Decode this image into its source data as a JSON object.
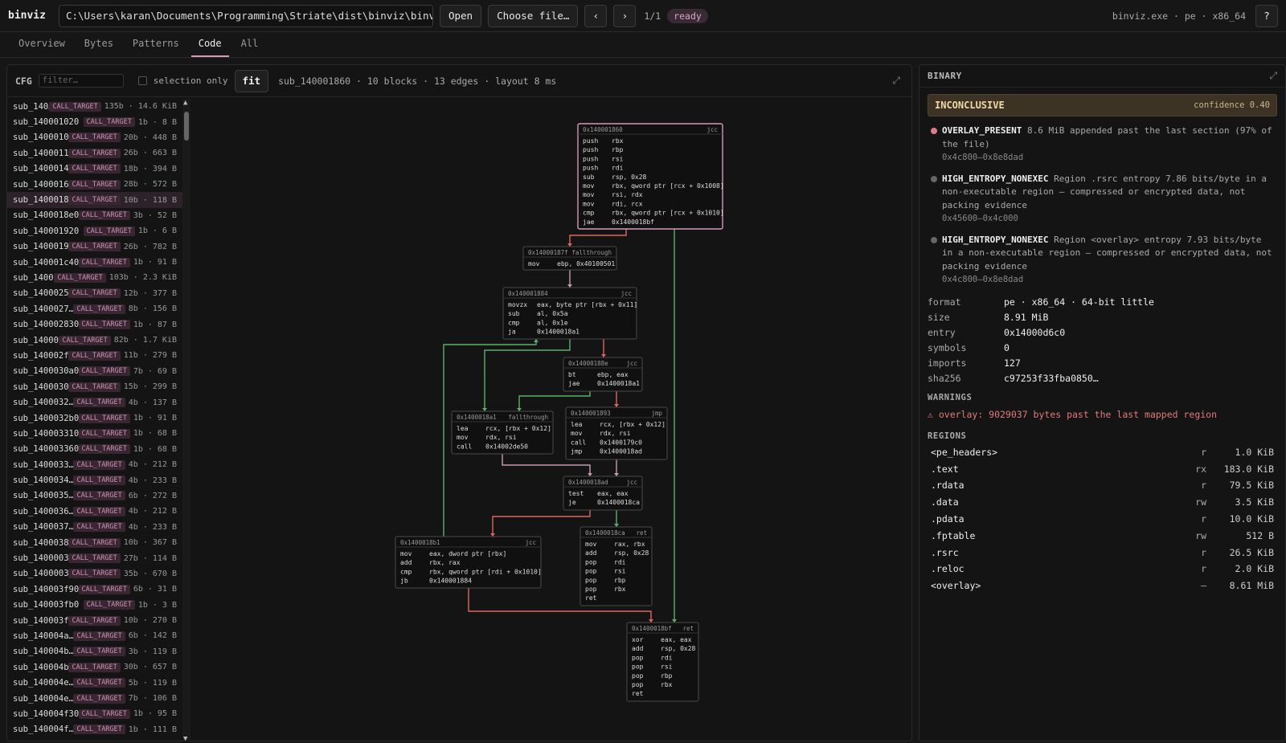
{
  "app": {
    "title": "binviz"
  },
  "toolbar": {
    "path": "C:\\Users\\karan\\Documents\\Programming\\Striate\\dist\\binviz\\binviz.exe",
    "open_label": "Open",
    "choose_label": "Choose file…",
    "prev_glyph": "‹",
    "next_glyph": "›",
    "counter": "1/1",
    "status": "ready",
    "file_meta": "binviz.exe · pe · x86_64",
    "help_label": "?"
  },
  "tabs": [
    {
      "label": "Overview",
      "active": false
    },
    {
      "label": "Bytes",
      "active": false
    },
    {
      "label": "Patterns",
      "active": false
    },
    {
      "label": "Code",
      "active": true
    },
    {
      "label": "All",
      "active": false
    }
  ],
  "cfg": {
    "title": "CFG",
    "filter_placeholder": "filter…",
    "selection_only_label": "selection only",
    "fit_label": "fit",
    "info": "sub_140001860 · 10 blocks · 13 edges · layout 8 ms",
    "expand_glyph": "⤢"
  },
  "functions": [
    {
      "name": "sub_140…",
      "tag": "CALL_TARGET",
      "size": "135b · 14.6 KiB"
    },
    {
      "name": "sub_140001020",
      "tag": "CALL_TARGET",
      "size": "1b · 8 B"
    },
    {
      "name": "sub_1400010…",
      "tag": "CALL_TARGET",
      "size": "20b · 448 B"
    },
    {
      "name": "sub_1400011…",
      "tag": "CALL_TARGET",
      "size": "26b · 663 B"
    },
    {
      "name": "sub_1400014…",
      "tag": "CALL_TARGET",
      "size": "18b · 394 B"
    },
    {
      "name": "sub_1400016…",
      "tag": "CALL_TARGET",
      "size": "28b · 572 B"
    },
    {
      "name": "sub_1400018…",
      "tag": "CALL_TARGET",
      "size": "10b · 118 B",
      "selected": true
    },
    {
      "name": "sub_1400018e0",
      "tag": "CALL_TARGET",
      "size": "3b · 52 B"
    },
    {
      "name": "sub_140001920",
      "tag": "CALL_TARGET",
      "size": "1b · 6 B"
    },
    {
      "name": "sub_1400019…",
      "tag": "CALL_TARGET",
      "size": "26b · 782 B"
    },
    {
      "name": "sub_140001c40",
      "tag": "CALL_TARGET",
      "size": "1b · 91 B"
    },
    {
      "name": "sub_1400…",
      "tag": "CALL_TARGET",
      "size": "103b · 2.3 KiB"
    },
    {
      "name": "sub_1400025…",
      "tag": "CALL_TARGET",
      "size": "12b · 377 B"
    },
    {
      "name": "sub_1400027…",
      "tag": "CALL_TARGET",
      "size": "8b · 156 B"
    },
    {
      "name": "sub_140002830",
      "tag": "CALL_TARGET",
      "size": "1b · 87 B"
    },
    {
      "name": "sub_14000…",
      "tag": "CALL_TARGET",
      "size": "82b · 1.7 KiB"
    },
    {
      "name": "sub_140002f…",
      "tag": "CALL_TARGET",
      "size": "11b · 279 B"
    },
    {
      "name": "sub_1400030a0",
      "tag": "CALL_TARGET",
      "size": "7b · 69 B"
    },
    {
      "name": "sub_1400030…",
      "tag": "CALL_TARGET",
      "size": "15b · 299 B"
    },
    {
      "name": "sub_1400032…",
      "tag": "CALL_TARGET",
      "size": "4b · 137 B"
    },
    {
      "name": "sub_1400032b0",
      "tag": "CALL_TARGET",
      "size": "1b · 91 B"
    },
    {
      "name": "sub_140003310",
      "tag": "CALL_TARGET",
      "size": "1b · 68 B"
    },
    {
      "name": "sub_140003360",
      "tag": "CALL_TARGET",
      "size": "1b · 68 B"
    },
    {
      "name": "sub_1400033…",
      "tag": "CALL_TARGET",
      "size": "4b · 212 B"
    },
    {
      "name": "sub_1400034…",
      "tag": "CALL_TARGET",
      "size": "4b · 233 B"
    },
    {
      "name": "sub_1400035…",
      "tag": "CALL_TARGET",
      "size": "6b · 272 B"
    },
    {
      "name": "sub_1400036…",
      "tag": "CALL_TARGET",
      "size": "4b · 212 B"
    },
    {
      "name": "sub_1400037…",
      "tag": "CALL_TARGET",
      "size": "4b · 233 B"
    },
    {
      "name": "sub_1400038…",
      "tag": "CALL_TARGET",
      "size": "10b · 367 B"
    },
    {
      "name": "sub_1400003c…",
      "tag": "CALL_TARGET",
      "size": "27b · 114 B"
    },
    {
      "name": "sub_1400003c…",
      "tag": "CALL_TARGET",
      "size": "35b · 670 B"
    },
    {
      "name": "sub_140003f90",
      "tag": "CALL_TARGET",
      "size": "6b · 31 B"
    },
    {
      "name": "sub_140003fb0",
      "tag": "CALL_TARGET",
      "size": "1b · 3 B"
    },
    {
      "name": "sub_140003f…",
      "tag": "CALL_TARGET",
      "size": "10b · 270 B"
    },
    {
      "name": "sub_140004a…",
      "tag": "CALL_TARGET",
      "size": "6b · 142 B"
    },
    {
      "name": "sub_140004b…",
      "tag": "CALL_TARGET",
      "size": "3b · 119 B"
    },
    {
      "name": "sub_140004b…",
      "tag": "CALL_TARGET",
      "size": "30b · 657 B"
    },
    {
      "name": "sub_140004e…",
      "tag": "CALL_TARGET",
      "size": "5b · 119 B"
    },
    {
      "name": "sub_140004e…",
      "tag": "CALL_TARGET",
      "size": "7b · 106 B"
    },
    {
      "name": "sub_140004f30",
      "tag": "CALL_TARGET",
      "size": "1b · 95 B"
    },
    {
      "name": "sub_140004f…",
      "tag": "CALL_TARGET",
      "size": "1b · 111 B"
    }
  ],
  "blocks": [
    {
      "id": "b1860",
      "addr": "0x140001860",
      "kind": "jcc",
      "selected": true,
      "lines": [
        [
          "push",
          "rbx"
        ],
        [
          "push",
          "rbp"
        ],
        [
          "push",
          "rsi"
        ],
        [
          "push",
          "rdi"
        ],
        [
          "sub",
          "rsp, 0x28"
        ],
        [
          "mov",
          "rbx, qword ptr [rcx + 0x1008]"
        ],
        [
          "mov",
          "rsi, rdx"
        ],
        [
          "mov",
          "rdi, rcx"
        ],
        [
          "cmp",
          "rbx, qword ptr [rcx + 0x1010]"
        ],
        [
          "jae",
          "0x1400018bf"
        ]
      ]
    },
    {
      "id": "b187f",
      "addr": "0x14000187f",
      "kind": "fallthrough",
      "lines": [
        [
          "mov",
          "ebp, 0x40100501"
        ]
      ]
    },
    {
      "id": "b1884",
      "addr": "0x140001884",
      "kind": "jcc",
      "lines": [
        [
          "movzx",
          "eax, byte ptr [rbx + 0x11]"
        ],
        [
          "sub",
          "al, 0x5a"
        ],
        [
          "cmp",
          "al, 0x1e"
        ],
        [
          "ja",
          "0x1400018a1"
        ]
      ]
    },
    {
      "id": "b188e",
      "addr": "0x14000188e",
      "kind": "jcc",
      "lines": [
        [
          "bt",
          "ebp, eax"
        ],
        [
          "jae",
          "0x1400018a1"
        ]
      ]
    },
    {
      "id": "b18a1",
      "addr": "0x1400018a1",
      "kind": "fallthrough",
      "lines": [
        [
          "lea",
          "rcx, [rbx + 0x12]"
        ],
        [
          "mov",
          "rdx, rsi"
        ],
        [
          "call",
          "0x14002de50"
        ]
      ]
    },
    {
      "id": "b1893",
      "addr": "0x140001893",
      "kind": "jmp",
      "lines": [
        [
          "lea",
          "rcx, [rbx + 0x12]"
        ],
        [
          "mov",
          "rdx, rsi"
        ],
        [
          "call",
          "0x1400179c0"
        ],
        [
          "jmp",
          "0x1400018ad"
        ]
      ]
    },
    {
      "id": "b18ad",
      "addr": "0x1400018ad",
      "kind": "jcc",
      "lines": [
        [
          "test",
          "eax, eax"
        ],
        [
          "je",
          "0x1400018ca"
        ]
      ]
    },
    {
      "id": "b18b1",
      "addr": "0x1400018b1",
      "kind": "jcc",
      "lines": [
        [
          "mov",
          "eax, dword ptr [rbx]"
        ],
        [
          "add",
          "rbx, rax"
        ],
        [
          "cmp",
          "rbx, qword ptr [rdi + 0x1010]"
        ],
        [
          "jb",
          "0x140001884"
        ]
      ]
    },
    {
      "id": "b18ca",
      "addr": "0x1400018ca",
      "kind": "ret",
      "lines": [
        [
          "mov",
          "rax, rbx"
        ],
        [
          "add",
          "rsp, 0x28"
        ],
        [
          "pop",
          "rdi"
        ],
        [
          "pop",
          "rsi"
        ],
        [
          "pop",
          "rbp"
        ],
        [
          "pop",
          "rbx"
        ],
        [
          "ret",
          ""
        ]
      ]
    },
    {
      "id": "b18bf",
      "addr": "0x1400018bf",
      "kind": "ret",
      "lines": [
        [
          "xor",
          "eax, eax"
        ],
        [
          "add",
          "rsp, 0x28"
        ],
        [
          "pop",
          "rdi"
        ],
        [
          "pop",
          "rsi"
        ],
        [
          "pop",
          "rbp"
        ],
        [
          "pop",
          "rbx"
        ],
        [
          "ret",
          ""
        ]
      ]
    }
  ],
  "edges": [
    {
      "from": "b1860",
      "to": "b187f",
      "type": "fallthrough"
    },
    {
      "from": "b1860",
      "to": "b18bf",
      "type": "taken"
    },
    {
      "from": "b187f",
      "to": "b1884",
      "type": "unconditional"
    },
    {
      "from": "b1884",
      "to": "b188e",
      "type": "fallthrough"
    },
    {
      "from": "b1884",
      "to": "b18a1",
      "type": "taken"
    },
    {
      "from": "b188e",
      "to": "b1893",
      "type": "fallthrough"
    },
    {
      "from": "b188e",
      "to": "b18a1",
      "type": "taken"
    },
    {
      "from": "b18a1",
      "to": "b18ad",
      "type": "unconditional"
    },
    {
      "from": "b1893",
      "to": "b18ad",
      "type": "unconditional"
    },
    {
      "from": "b18ad",
      "to": "b18b1",
      "type": "fallthrough"
    },
    {
      "from": "b18ad",
      "to": "b18ca",
      "type": "taken"
    },
    {
      "from": "b18b1",
      "to": "b1884",
      "type": "taken"
    },
    {
      "from": "b18b1",
      "to": "b18bf",
      "type": "fallthrough"
    }
  ],
  "binary": {
    "title": "BINARY",
    "expand_glyph": "⤢",
    "verdict": "INCONCLUSIVE",
    "confidence": "confidence 0.40",
    "findings": [
      {
        "code": "OVERLAY_PRESENT",
        "text": "8.6 MiB appended past the last section (97% of the file)",
        "range": "0x4c800–0x8e8dad",
        "color": "#e07a8a"
      },
      {
        "code": "HIGH_ENTROPY_NONEXEC",
        "text": "Region .rsrc entropy 7.86 bits/byte in a non-executable region — compressed or encrypted data, not packing evidence",
        "range": "0x45600–0x4c000",
        "color": "#666666"
      },
      {
        "code": "HIGH_ENTROPY_NONEXEC",
        "text": "Region <overlay> entropy 7.93 bits/byte in a non-executable region — compressed or encrypted data, not packing evidence",
        "range": "0x4c800–0x8e8dad",
        "color": "#666666"
      }
    ],
    "props": [
      {
        "k": "format",
        "v": "pe · x86_64 · 64-bit little"
      },
      {
        "k": "size",
        "v": "8.91 MiB"
      },
      {
        "k": "entry",
        "v": "0x14000d6c0"
      },
      {
        "k": "symbols",
        "v": "0"
      },
      {
        "k": "imports",
        "v": "127"
      },
      {
        "k": "sha256",
        "v": "c97253f33fba0850…"
      }
    ],
    "warnings_title": "WARNINGS",
    "warnings": [
      "⚠ overlay: 9029037 bytes past the last mapped region"
    ],
    "regions_title": "REGIONS",
    "regions": [
      {
        "name": "<pe_headers>",
        "perm": "r",
        "size": "1.0 KiB"
      },
      {
        "name": ".text",
        "perm": "rx",
        "size": "183.0 KiB"
      },
      {
        "name": ".rdata",
        "perm": "r",
        "size": "79.5 KiB"
      },
      {
        "name": ".data",
        "perm": "rw",
        "size": "3.5 KiB"
      },
      {
        "name": ".pdata",
        "perm": "r",
        "size": "10.0 KiB"
      },
      {
        "name": ".fptable",
        "perm": "rw",
        "size": "512 B"
      },
      {
        "name": ".rsrc",
        "perm": "r",
        "size": "26.5 KiB"
      },
      {
        "name": ".reloc",
        "perm": "r",
        "size": "2.0 KiB"
      },
      {
        "name": "<overlay>",
        "perm": "–",
        "size": "8.61 MiB"
      }
    ]
  },
  "colors": {
    "accent": "#d49ab8",
    "taken": "#5db06a",
    "fallthrough": "#d9695f",
    "unconditional": "#c89ab0"
  }
}
